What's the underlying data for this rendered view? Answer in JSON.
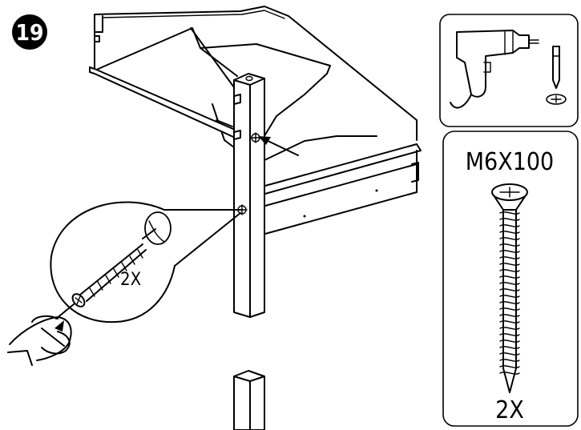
{
  "step": {
    "number": "19"
  },
  "detail": {
    "quantity_label": "2X"
  },
  "tools_panel": {
    "tool_icon": "power-drill-icon",
    "bit_icon": "phillips-bit-icon",
    "head_icon": "phillips-head-icon"
  },
  "hardware_panel": {
    "screw_size": "M6X100",
    "quantity_label": "2X",
    "icon": "wood-screw-icon"
  }
}
